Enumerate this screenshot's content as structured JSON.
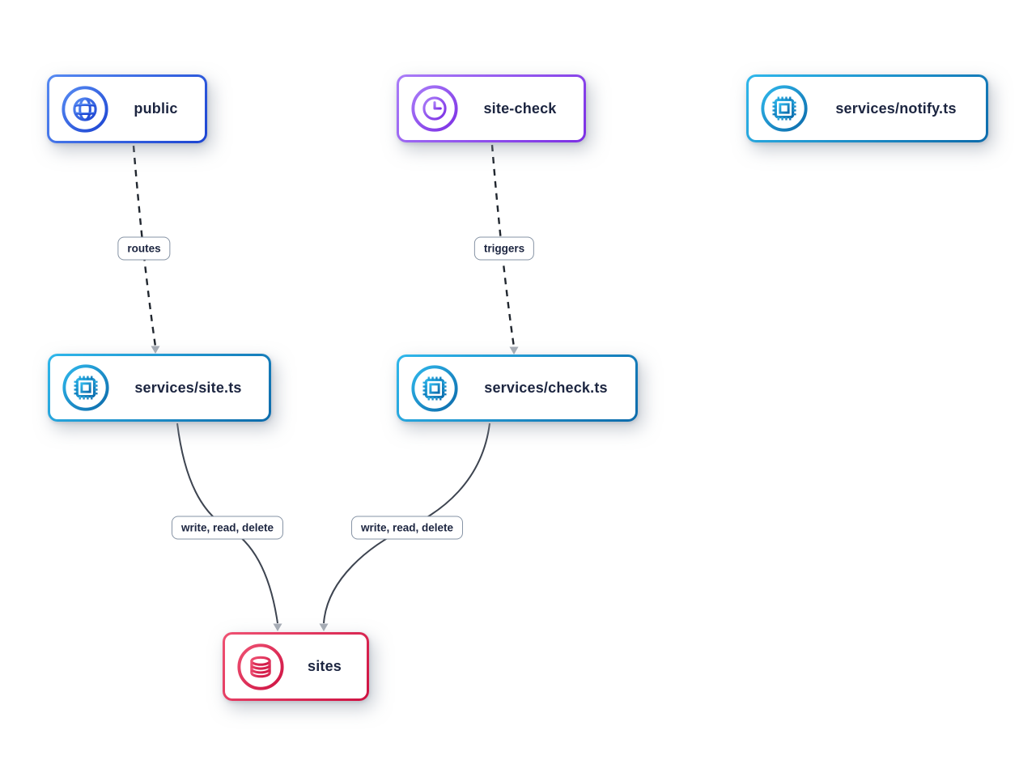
{
  "diagram": {
    "nodes": [
      {
        "id": "public",
        "label": "public",
        "icon": "globe-icon",
        "color_from": "#568af2",
        "color_to": "#1c44d2"
      },
      {
        "id": "site-check",
        "label": "site-check",
        "icon": "clock-icon",
        "color_from": "#a97cf8",
        "color_to": "#7c2fe4"
      },
      {
        "id": "services-notify",
        "label": "services/notify.ts",
        "icon": "chip-icon",
        "color_from": "#2fb7eb",
        "color_to": "#0d6bab"
      },
      {
        "id": "services-site",
        "label": "services/site.ts",
        "icon": "chip-icon",
        "color_from": "#2fb7eb",
        "color_to": "#0d6bab"
      },
      {
        "id": "services-check",
        "label": "services/check.ts",
        "icon": "chip-icon",
        "color_from": "#2fb7eb",
        "color_to": "#0d6bab"
      },
      {
        "id": "sites",
        "label": "sites",
        "icon": "database-icon",
        "color_from": "#ef5273",
        "color_to": "#ce1242"
      }
    ],
    "edges": [
      {
        "from": "public",
        "to": "services-site",
        "label": "routes",
        "style": "dashed"
      },
      {
        "from": "site-check",
        "to": "services-check",
        "label": "triggers",
        "style": "dashed"
      },
      {
        "from": "services-site",
        "to": "sites",
        "label": "write, read, delete",
        "style": "solid"
      },
      {
        "from": "services-check",
        "to": "sites",
        "label": "write, read, delete",
        "style": "solid"
      }
    ]
  }
}
